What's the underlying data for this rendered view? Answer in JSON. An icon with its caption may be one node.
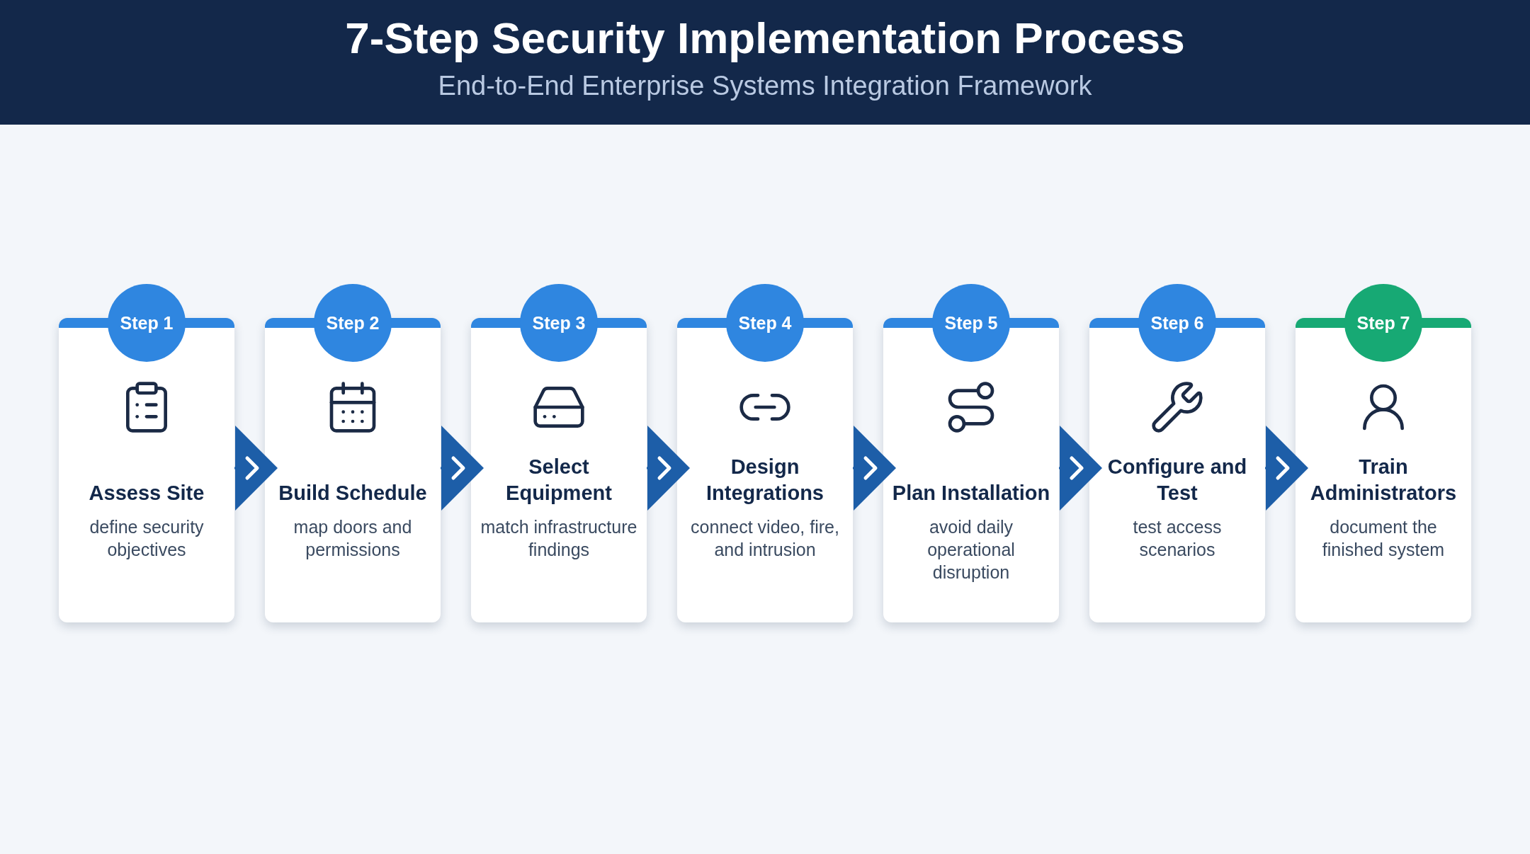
{
  "diagram": {
    "title": "7-Step Security Implementation Process",
    "caption": "End-to-End Enterprise Systems Integration Framework",
    "nodes": [
      {
        "text": [
          "Step 1",
          "Assess Site",
          "define security objectives"
        ]
      },
      {
        "text": [
          "Step 2",
          "Build Schedule",
          "map doors and permissions"
        ]
      },
      {
        "text": [
          "Step 3",
          "Select Equipment",
          "match infrastructure findings"
        ]
      },
      {
        "text": [
          "Step 4",
          "Design Integrations",
          "connect video, fire, and intrusion"
        ]
      },
      {
        "text": [
          "Step 5",
          "Plan Installation",
          "avoid daily operational disruption"
        ]
      },
      {
        "text": [
          "Step 6",
          "Configure and Test",
          "test access scenarios"
        ]
      },
      {
        "text": [
          "Step 7",
          "Train Administrators",
          "document the finished system"
        ]
      }
    ],
    "edges": [
      {
        "from": 0,
        "to": 1,
        "arrow": "to"
      },
      {
        "from": 1,
        "to": 2,
        "arrow": "to"
      },
      {
        "from": 2,
        "to": 3,
        "arrow": "to"
      },
      {
        "from": 3,
        "to": 4,
        "arrow": "to"
      },
      {
        "from": 4,
        "to": 5,
        "arrow": "to"
      },
      {
        "from": 5,
        "to": 6,
        "arrow": "to"
      }
    ]
  }
}
